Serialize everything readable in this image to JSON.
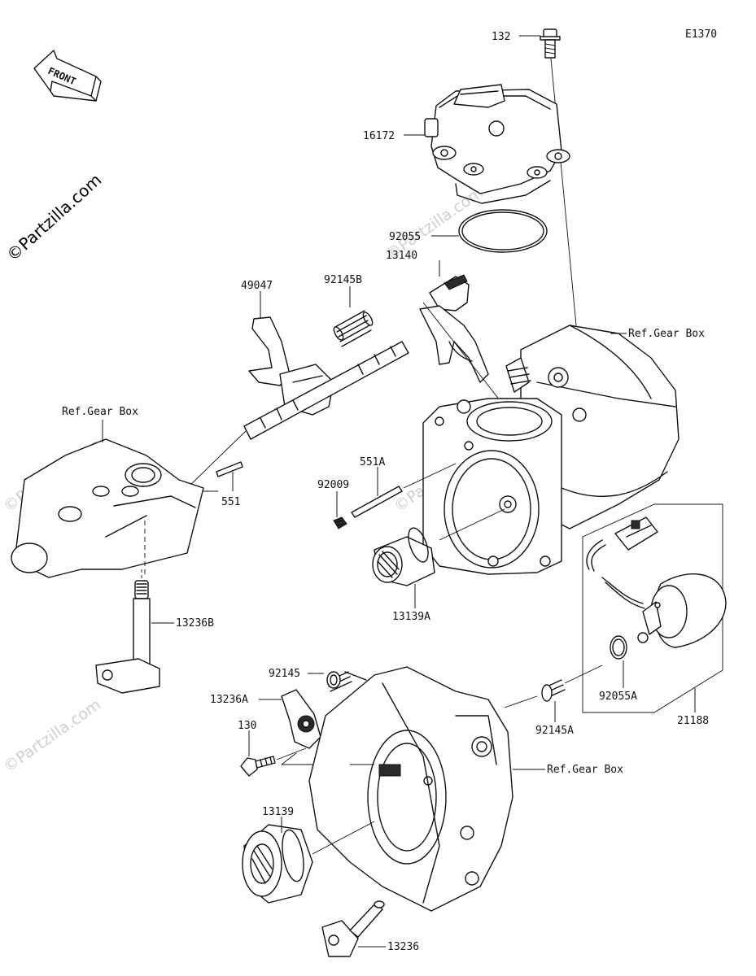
{
  "diagram_code": "E1370",
  "watermark": "©Partzilla.com",
  "front_arrow": "FRONT",
  "parts": {
    "p132": "132",
    "p16172": "16172",
    "p92055": "92055",
    "p13140": "13140",
    "p49047": "49047",
    "p92145B": "92145B",
    "ref_gear_box_upper": "Ref.Gear Box",
    "ref_gear_box_left": "Ref.Gear Box",
    "p551": "551",
    "p551A": "551A",
    "p92009": "92009",
    "p13139A": "13139A",
    "p13236B": "13236B",
    "p92145": "92145",
    "p13236A": "13236A",
    "p130": "130",
    "p92145A": "92145A",
    "p92055A": "92055A",
    "p21188": "21188",
    "ref_gear_box_lower": "Ref.Gear Box",
    "p13139": "13139",
    "p13236": "13236"
  },
  "colors": {
    "line": "#111111",
    "background": "#ffffff",
    "watermark_faint": "#cfcfcf"
  }
}
